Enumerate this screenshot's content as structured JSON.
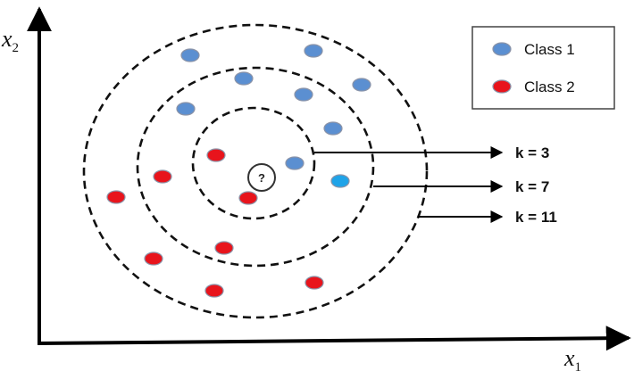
{
  "axes": {
    "x_label_main": "x",
    "x_label_sub": "1",
    "y_label_main": "x",
    "y_label_sub": "2"
  },
  "legend": {
    "class1_label": "Class 1",
    "class2_label": "Class 2"
  },
  "neighborhoods": [
    {
      "label": "k = 3"
    },
    {
      "label": "k = 7"
    },
    {
      "label": "k = 11"
    }
  ],
  "query_point": {
    "label": "?"
  },
  "colors": {
    "class1": "#5b8fd1",
    "class1_highlight": "#1fa3e8",
    "class2": "#e8141c",
    "point_stroke": "#8a93a8",
    "ink": "#000000"
  }
}
